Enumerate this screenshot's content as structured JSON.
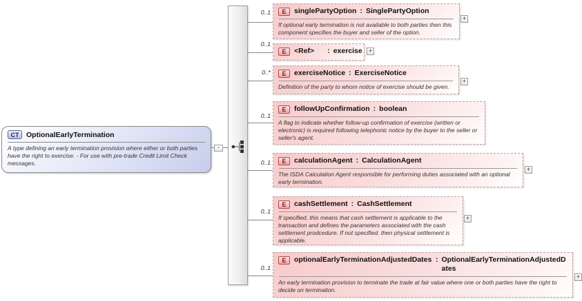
{
  "diagram": {
    "tool_style": "xml-schema-diagram",
    "colon": ":",
    "plus_label": "+",
    "collapse_label": "-",
    "root": {
      "badge": "CT",
      "title": "OptionalEarlyTermination",
      "description": "A type defining an early termination provision where either or both parties have the right to exercise. - For use with pre-trade Credit Limit Check messages."
    },
    "compositor": "sequence",
    "elements": [
      {
        "badge": "E",
        "name": "singlePartyOption",
        "type": "SinglePartyOption",
        "cardinality": "0..1",
        "description": "If optional early termination is not available to both parties then this component specifies the buyer and seller of the option.",
        "expandable": true
      },
      {
        "badge": "E",
        "name": "<Ref>",
        "type": "exercise",
        "cardinality": "0..1",
        "description": "",
        "expandable": true
      },
      {
        "badge": "E",
        "name": "exerciseNotice",
        "type": "ExerciseNotice",
        "cardinality": "0..*",
        "description": "Definition of the party to whom notice of exercise should be given.",
        "expandable": true
      },
      {
        "badge": "E",
        "name": "followUpConfirmation",
        "type": "boolean",
        "cardinality": "0..1",
        "description": "A flag to indicate whether follow-up confirmation of exercise (written or electronic) is required following telephonic notice by the buyer to the seller or seller's agent.",
        "expandable": false
      },
      {
        "badge": "E",
        "name": "calculationAgent",
        "type": "CalculationAgent",
        "cardinality": "0..1",
        "description": "The ISDA Calculation Agent responsible for performing duties associated with an optional early termination.",
        "expandable": true
      },
      {
        "badge": "E",
        "name": "cashSettlement",
        "type": "CashSettlement",
        "cardinality": "0..1",
        "description": "If specified, this means that cash settlement is applicable to the transaction and defines the parameters associated with the cash settlement prodcedure. If not specified, then physical settlement is applicable.",
        "expandable": true
      },
      {
        "badge": "E",
        "name": "optionalEarlyTerminationAdjustedDates",
        "type": "OptionalEarlyTerminationAdjustedDates",
        "cardinality": "0..1",
        "description": "An early termination provision to terminate the trade at fair value where one or both parties have the right to decide on termination.",
        "expandable": true
      }
    ],
    "colors": {
      "element_fill": "#f8caca",
      "element_border": "#b9a3a3",
      "element_badge_border": "#b04a4a",
      "element_badge_text": "#7a1f1f",
      "root_fill": "#c7cdec",
      "root_badge_border": "#5a5f93",
      "root_border": "#8a8a8a",
      "connector": "#888888",
      "divider": "#999999"
    }
  }
}
